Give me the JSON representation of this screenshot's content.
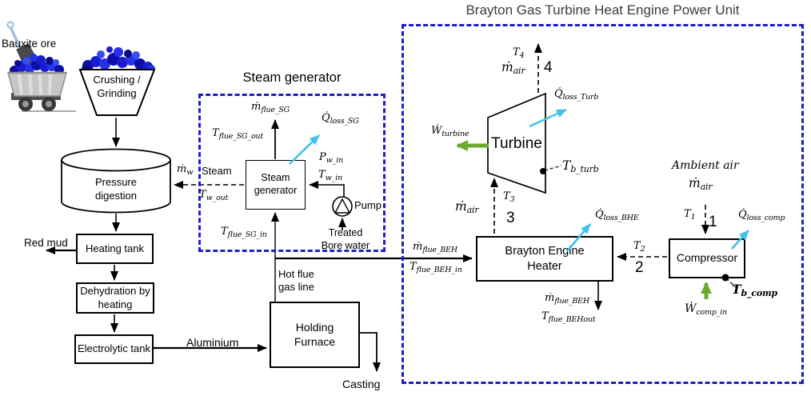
{
  "titles": {
    "brayton_unit": "Brayton Gas Turbine Heat Engine Power Unit",
    "steam_generator": "Steam generator"
  },
  "bayer": {
    "bauxite_ore": "Bauxite ore",
    "crushing_grinding": "Crushing / Grinding",
    "pressure_digestion": "Pressure digestion",
    "heating_tank": "Heating tank",
    "red_mud": "Red mud",
    "dehydration_by_heating": "Dehydration by heating",
    "electrolytic_tank": "Electrolytic tank",
    "aluminium": "Aluminium",
    "holding_furnace": "Holding Furnace",
    "casting": "Casting",
    "hot_flue_gas_line": "Hot flue gas line"
  },
  "steam_gen": {
    "unit": "Steam generator",
    "steam": "Steam",
    "pump": "Pump",
    "treated_bore_water": "Treated Bore water"
  },
  "brayton": {
    "turbine": "Turbine",
    "heater": "Brayton Engine Heater",
    "compressor": "Compressor",
    "ambient_air": "Ambient air"
  },
  "math": {
    "m_flue_SG": {
      "b": "ṁ",
      "s": "flue_SG"
    },
    "T_flue_SG_out": {
      "b": "T",
      "s": "flue_SG_out"
    },
    "Q_loss_SG": {
      "b": "Q̇",
      "s": "loss_SG"
    },
    "P_w_in": {
      "b": "P",
      "s": "w_in"
    },
    "T_w_in": {
      "b": "T",
      "s": "w_in"
    },
    "T_flue_SG_in": {
      "b": "T",
      "s": "flue_SG_in"
    },
    "m_w": {
      "b": "ṁ",
      "s": "w"
    },
    "T_w_out": {
      "b": "T",
      "s": "w_out"
    },
    "m_flue_BEH": {
      "b": "ṁ",
      "s": "flue_BEH"
    },
    "T_flue_BEH_in": {
      "b": "T",
      "s": "flue_BEH_in"
    },
    "T_flue_BEHout": {
      "b": "T",
      "s": "flue_BEHout"
    },
    "Q_loss_BHE": {
      "b": "Q̇",
      "s": "loss_BHE"
    },
    "m_air": {
      "b": "ṁ",
      "s": "air"
    },
    "T_1": {
      "b": "T",
      "s": "1"
    },
    "T_2": {
      "b": "T",
      "s": "2"
    },
    "T_3": {
      "b": "T",
      "s": "3"
    },
    "T_4": {
      "b": "T",
      "s": "4"
    },
    "Q_loss_Turb": {
      "b": "Q̇",
      "s": "loss_Turb"
    },
    "W_turbine": {
      "b": "Ẇ",
      "s": "turbine"
    },
    "T_b_turb": {
      "b": "T",
      "s": "b_turb"
    },
    "Q_loss_comp": {
      "b": "Q̇",
      "s": "loss_comp"
    },
    "W_comp_in": {
      "b": "Ẇ",
      "s": "comp_in"
    },
    "T_b_comp": {
      "b": "T",
      "s": "b_comp"
    }
  },
  "state_points": {
    "p1": "1",
    "p2": "2",
    "p3": "3",
    "p4": "4"
  },
  "colors": {
    "dashed_boundary": "#1e1ec8",
    "heat_loss_arrow": "#41c0ee",
    "work_arrow": "#6aab2e",
    "ore_blue": "#1b1bd0"
  }
}
